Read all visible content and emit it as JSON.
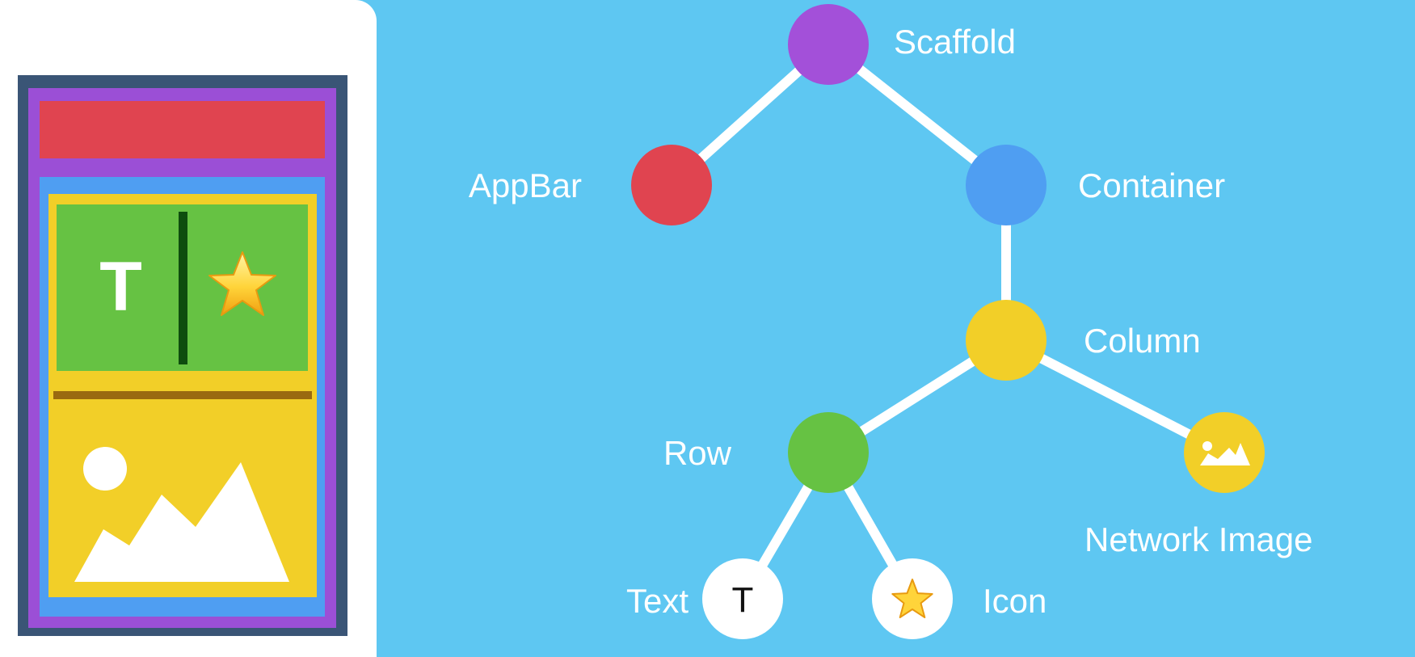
{
  "mockup": {
    "text_glyph": "T"
  },
  "tree": {
    "nodes": [
      {
        "id": "scaffold",
        "label": "Scaffold",
        "color": "#a350d9"
      },
      {
        "id": "appbar",
        "label": "AppBar",
        "color": "#e04450"
      },
      {
        "id": "container",
        "label": "Container",
        "color": "#4f9ef2"
      },
      {
        "id": "column",
        "label": "Column",
        "color": "#f2cf28"
      },
      {
        "id": "row",
        "label": "Row",
        "color": "#66c243"
      },
      {
        "id": "network_image",
        "label": "Network Image",
        "color": "#f2cf28"
      },
      {
        "id": "text",
        "label": "Text",
        "color": "#ffffff",
        "glyph": "T"
      },
      {
        "id": "icon",
        "label": "Icon",
        "color": "#ffffff"
      }
    ],
    "edges": [
      [
        "scaffold",
        "appbar"
      ],
      [
        "scaffold",
        "container"
      ],
      [
        "container",
        "column"
      ],
      [
        "column",
        "row"
      ],
      [
        "column",
        "network_image"
      ],
      [
        "row",
        "text"
      ],
      [
        "row",
        "icon"
      ]
    ]
  },
  "icons": {
    "star": "star-icon",
    "image": "mountain-image-icon"
  }
}
